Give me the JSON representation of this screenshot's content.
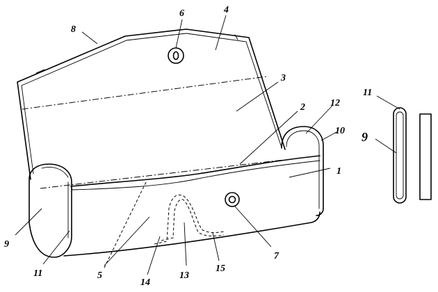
{
  "labels": {
    "l1": "1",
    "l2": "2",
    "l3": "3",
    "l4": "4",
    "l5": "5",
    "l6": "6",
    "l7": "7",
    "l8": "8",
    "l9": "9",
    "l10": "10",
    "l11": "11",
    "l12": "12",
    "l13": "13",
    "l14": "14",
    "l15": "15",
    "detail_9": "9",
    "detail_11": "11"
  }
}
